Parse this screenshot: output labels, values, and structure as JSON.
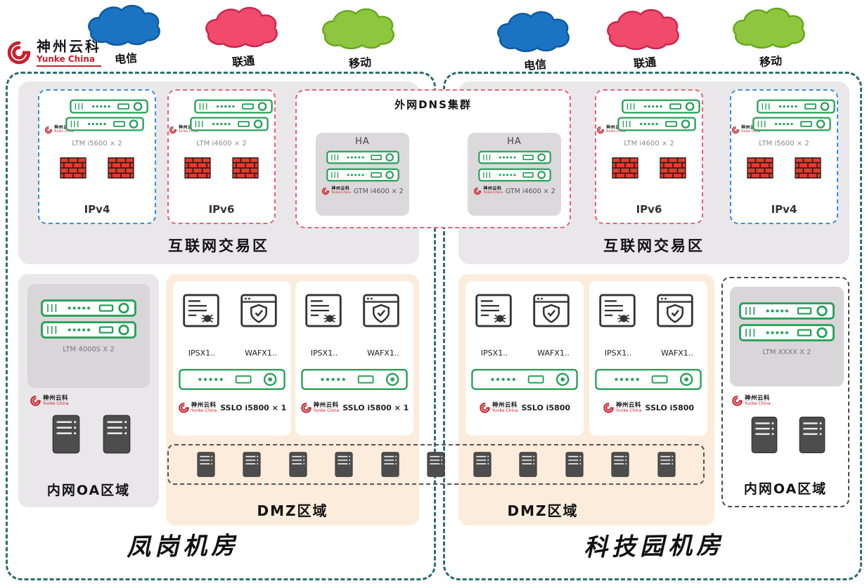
{
  "colors": {
    "dc_border": "#2d6f6f",
    "zone_gray": "#e9e7ea",
    "dmz_peach": "#fcecdb",
    "device_green": "#27a05a",
    "brand_red": "#c8202c",
    "ipv4_border": "#3a8fd8",
    "ipv6_border": "#ee5f74",
    "firewall_red": "#e8392b"
  },
  "logo": {
    "cn": "神州云科",
    "en": "Yunke China"
  },
  "isps": [
    {
      "name": "电信",
      "color": "#1b73c4",
      "stroke": "#0d5a9e"
    },
    {
      "name": "联通",
      "color": "#f24a6b",
      "stroke": "#c92550"
    },
    {
      "name": "移动",
      "color": "#8ec63f",
      "stroke": "#66a71e"
    }
  ],
  "dns_cluster": {
    "title": "外网DNS集群",
    "ha_label": "HA",
    "device": "GTM i4600 × 2"
  },
  "datacenters": [
    {
      "name": "凤岗机房",
      "internet_zone_label": "互联网交易区",
      "edge_boxes": [
        {
          "label": "IPv4",
          "device": "LTM i5600 × 2"
        },
        {
          "label": "IPv6",
          "device": "LTM i4600 × 2"
        }
      ],
      "oa": {
        "label": "内网OA区域",
        "device": "LTM 4000S X 2"
      },
      "dmz": {
        "label": "DMZ区域",
        "groups": [
          {
            "ips": "IPSX1..",
            "waf": "WAFX1..",
            "sslo": "SSLO i5800 × 1"
          },
          {
            "ips": "IPSX1..",
            "waf": "WAFX1..",
            "sslo": "SSLO i5800 × 1"
          }
        ]
      }
    },
    {
      "name": "科技园机房",
      "internet_zone_label": "互联网交易区",
      "edge_boxes": [
        {
          "label": "IPv6",
          "device": "LTM i4600 × 2"
        },
        {
          "label": "IPv4",
          "device": "LTM i5600 × 2"
        }
      ],
      "oa": {
        "label": "内网OA区域",
        "device": "LTM XXXX X 2"
      },
      "dmz": {
        "label": "DMZ区域",
        "groups": [
          {
            "ips": "IPSX1..",
            "waf": "WAFX1..",
            "sslo": "SSLO i5800"
          },
          {
            "ips": "IPSX1..",
            "waf": "WAFX1..",
            "sslo": "SSLO i5800"
          }
        ]
      }
    }
  ]
}
